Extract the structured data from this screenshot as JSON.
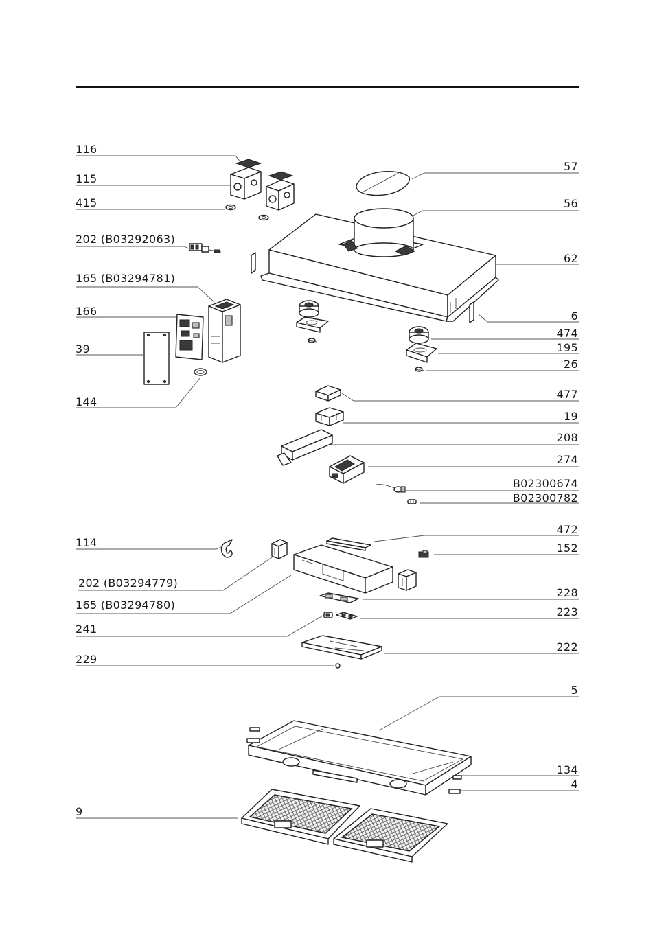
{
  "callouts_left": [
    {
      "id": "116",
      "text": "116"
    },
    {
      "id": "115",
      "text": "115"
    },
    {
      "id": "415",
      "text": "415"
    },
    {
      "id": "202a",
      "text": "202 (B03292063)"
    },
    {
      "id": "165a",
      "text": "165 (B03294781)"
    },
    {
      "id": "166",
      "text": "166"
    },
    {
      "id": "39",
      "text": "39"
    },
    {
      "id": "144",
      "text": "144"
    },
    {
      "id": "114",
      "text": "114"
    },
    {
      "id": "202b",
      "text": "202 (B03294779)"
    },
    {
      "id": "165b",
      "text": "165 (B03294780)"
    },
    {
      "id": "241",
      "text": "241"
    },
    {
      "id": "229",
      "text": "229"
    },
    {
      "id": "9",
      "text": "9"
    }
  ],
  "callouts_right": [
    {
      "id": "57",
      "text": "57"
    },
    {
      "id": "56",
      "text": "56"
    },
    {
      "id": "62",
      "text": "62"
    },
    {
      "id": "6",
      "text": "6"
    },
    {
      "id": "474",
      "text": "474"
    },
    {
      "id": "195",
      "text": "195"
    },
    {
      "id": "26",
      "text": "26"
    },
    {
      "id": "477",
      "text": "477"
    },
    {
      "id": "19",
      "text": "19"
    },
    {
      "id": "208",
      "text": "208"
    },
    {
      "id": "274",
      "text": "274"
    },
    {
      "id": "B02300674",
      "text": "B02300674"
    },
    {
      "id": "B02300782",
      "text": "B02300782"
    },
    {
      "id": "472",
      "text": "472"
    },
    {
      "id": "152",
      "text": "152"
    },
    {
      "id": "228",
      "text": "228"
    },
    {
      "id": "223",
      "text": "223"
    },
    {
      "id": "222",
      "text": "222"
    },
    {
      "id": "5",
      "text": "5"
    },
    {
      "id": "134",
      "text": "134"
    },
    {
      "id": "4",
      "text": "4"
    }
  ]
}
